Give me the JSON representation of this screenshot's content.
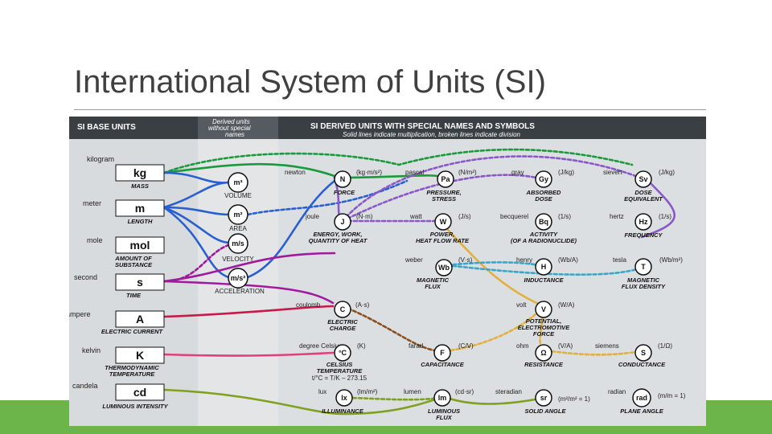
{
  "slide": {
    "title": "International System of Units (SI)"
  },
  "diagram": {
    "headers": {
      "base_units": "SI BASE UNITS",
      "derived_no_names_line1": "Derived units",
      "derived_no_names_line2": "without special",
      "derived_no_names_line3": "names",
      "derived_special": "SI DERIVED UNITS WITH SPECIAL NAMES AND SYMBOLS",
      "legend": "Solid lines indicate multiplication, broken lines indicate division"
    },
    "base_units": [
      {
        "name": "kilogram",
        "symbol": "kg",
        "caption": "MASS"
      },
      {
        "name": "meter",
        "symbol": "m",
        "caption": "LENGTH"
      },
      {
        "name": "mole",
        "symbol": "mol",
        "caption": "AMOUNT OF",
        "caption2": "SUBSTANCE"
      },
      {
        "name": "second",
        "symbol": "s",
        "caption": "TIME"
      },
      {
        "name": "ampere",
        "symbol": "A",
        "caption": "ELECTRIC CURRENT"
      },
      {
        "name": "kelvin",
        "symbol": "K",
        "caption": "THERMODYNAMIC",
        "caption2": "TEMPERATURE"
      },
      {
        "name": "candela",
        "symbol": "cd",
        "caption": "LUMINOUS INTENSITY"
      }
    ],
    "unnamed_derived": [
      {
        "symbol": "m³",
        "caption": "VOLUME"
      },
      {
        "symbol": "m²",
        "caption": "AREA"
      },
      {
        "symbol": "m/s",
        "caption": "VELOCITY"
      },
      {
        "symbol": "m/s²",
        "caption": "ACCELERATION"
      }
    ],
    "derived": [
      {
        "id": "N",
        "name": "newton",
        "unit": "(kg·m/s²)",
        "symbol": "N",
        "caption": "FORCE"
      },
      {
        "id": "Pa",
        "name": "pascal",
        "unit": "(N/m²)",
        "symbol": "Pa",
        "caption": "PRESSURE,",
        "caption2": "STRESS"
      },
      {
        "id": "Gy",
        "name": "gray",
        "unit": "(J/kg)",
        "symbol": "Gy",
        "caption": "ABSORBED",
        "caption2": "DOSE"
      },
      {
        "id": "Sv",
        "name": "sievert",
        "unit": "(J/kg)",
        "symbol": "Sv",
        "caption": "DOSE",
        "caption2": "EQUIVALENT"
      },
      {
        "id": "J",
        "name": "joule",
        "unit": "(N·m)",
        "symbol": "J",
        "caption": "ENERGY, WORK,",
        "caption2": "QUANTITY OF HEAT"
      },
      {
        "id": "W",
        "name": "watt",
        "unit": "(J/s)",
        "symbol": "W",
        "caption": "POWER,",
        "caption2": "HEAT FLOW RATE"
      },
      {
        "id": "Bq",
        "name": "becquerel",
        "unit": "(1/s)",
        "symbol": "Bq",
        "caption": "ACTIVITY",
        "caption2": "(OF A RADIONUCLIDE)"
      },
      {
        "id": "Hz",
        "name": "hertz",
        "unit": "(1/s)",
        "symbol": "Hz",
        "caption": "FREQUENCY"
      },
      {
        "id": "Wb",
        "name": "weber",
        "unit": "(V·s)",
        "symbol": "Wb",
        "caption": "MAGNETIC",
        "caption2": "FLUX"
      },
      {
        "id": "H",
        "name": "henry",
        "unit": "(Wb/A)",
        "symbol": "H",
        "caption": "INDUCTANCE"
      },
      {
        "id": "T",
        "name": "tesla",
        "unit": "(Wb/m²)",
        "symbol": "T",
        "caption": "MAGNETIC",
        "caption2": "FLUX DENSITY"
      },
      {
        "id": "C",
        "name": "coulomb",
        "unit": "(A·s)",
        "symbol": "C",
        "caption": "ELECTRIC",
        "caption2": "CHARGE"
      },
      {
        "id": "V",
        "name": "volt",
        "unit": "(W/A)",
        "symbol": "V",
        "caption": "POTENTIAL,",
        "caption2": "ELECTROMOTIVE",
        "caption3": "FORCE"
      },
      {
        "id": "degC",
        "name": "degree Celsius",
        "unit": "(K)",
        "symbol": "°C",
        "caption": "CELSIUS",
        "caption2": "TEMPERATURE",
        "caption3": "t/°C = T/K – 273.15"
      },
      {
        "id": "F",
        "name": "farad",
        "unit": "(C/V)",
        "symbol": "F",
        "caption": "CAPACITANCE"
      },
      {
        "id": "ohm",
        "name": "ohm",
        "unit": "(V/A)",
        "symbol": "Ω",
        "caption": "RESISTANCE"
      },
      {
        "id": "S",
        "name": "siemens",
        "unit": "(1/Ω)",
        "symbol": "S",
        "caption": "CONDUCTANCE"
      },
      {
        "id": "lx",
        "name": "lux",
        "unit": "(lm/m²)",
        "symbol": "lx",
        "caption": "ILLUMINANCE"
      },
      {
        "id": "lm",
        "name": "lumen",
        "unit": "(cd·sr)",
        "symbol": "lm",
        "caption": "LUMINOUS",
        "caption2": "FLUX"
      },
      {
        "id": "sr",
        "name": "steradian",
        "unit": "(m²/m² = 1)",
        "symbol": "sr",
        "caption": "SOLID ANGLE"
      },
      {
        "id": "rad",
        "name": "radian",
        "unit": "(m/m = 1)",
        "symbol": "rad",
        "caption": "PLANE ANGLE"
      }
    ]
  },
  "colors": {
    "background": "#ffffff",
    "title_text": "#404040",
    "green_bar": "#6bb54a",
    "panel": "#c9ced1",
    "header_band": "#3a3f44",
    "kg_line": "#1a9a3a",
    "m_line": "#2a5fd0",
    "s_line": "#a01aa0",
    "A_line": "#c51a4a",
    "K_line": "#e0407a",
    "cd_line": "#7fa020",
    "energy_line": "#8a58c8",
    "power_line": "#3aa6c8",
    "charge_line": "#8a5020",
    "volt_line": "#e0b040"
  }
}
